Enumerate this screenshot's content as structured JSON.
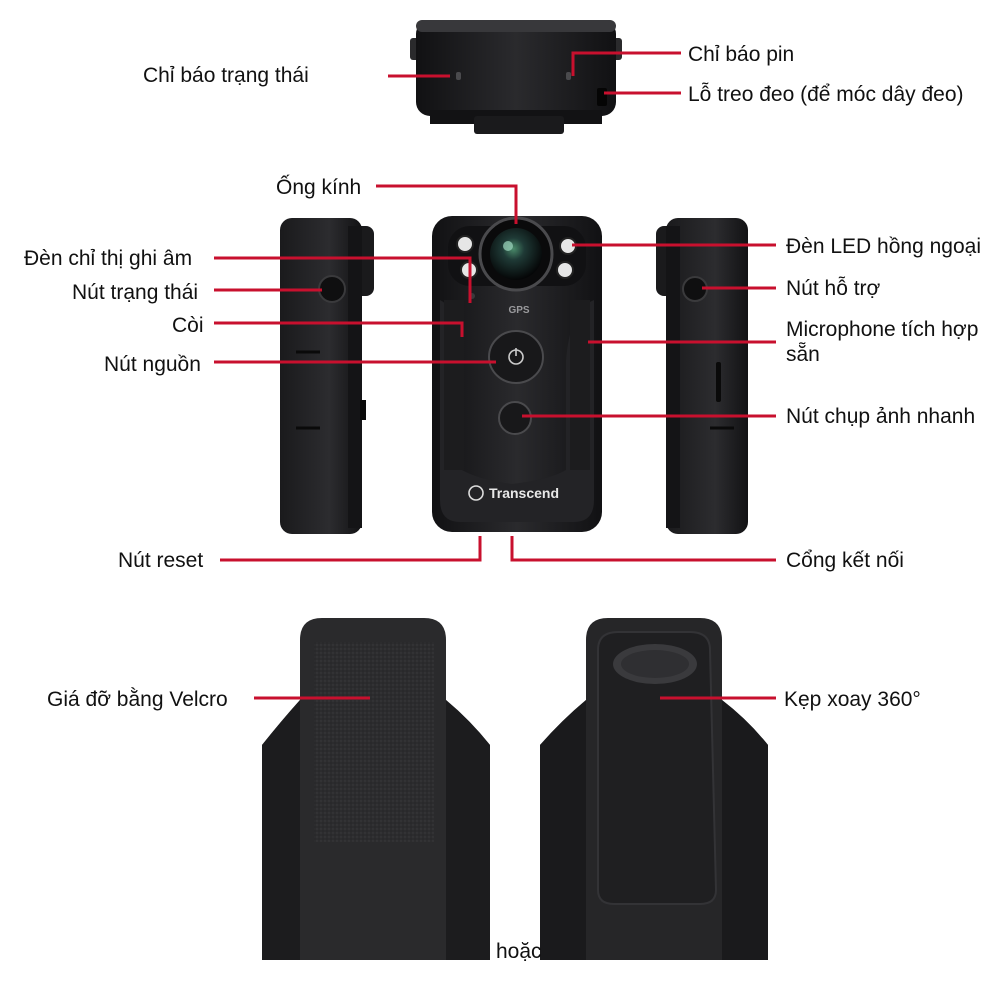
{
  "labels": {
    "status_indicator": "Chỉ báo trạng thái",
    "battery_indicator": "Chỉ báo pin",
    "strap_hole": "Lỗ treo đeo (để móc dây đeo)",
    "lens": "Ống kính",
    "record_indicator": "Đèn chỉ thị ghi âm",
    "status_button": "Nút trạng thái",
    "buzzer": "Còi",
    "power_button": "Nút nguồn",
    "ir_led": "Đèn LED hồng ngoại",
    "assist_button": "Nút hỗ trợ",
    "microphone": "Microphone tích hợp sẵn",
    "snapshot_button": "Nút chụp ảnh nhanh",
    "reset_button": "Nút reset",
    "connector_port": "Cổng kết nối",
    "velcro_mount": "Giá đỡ bằng Velcro",
    "rotating_clip": "Kẹp xoay 360°",
    "or": "hoặc"
  },
  "device": {
    "gps_text": "GPS",
    "brand": "Transcend"
  },
  "colors": {
    "leader": "#c8102e",
    "body": "#1c1c1e",
    "body_edge": "#3a3a3c"
  }
}
